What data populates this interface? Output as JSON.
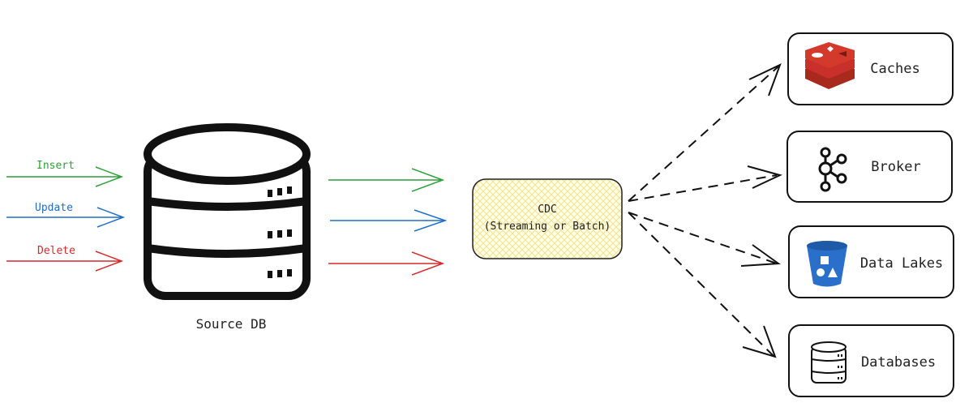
{
  "operations": [
    {
      "label": "Insert",
      "color": "#2e9e3a"
    },
    {
      "label": "Update",
      "color": "#1f6fc5"
    },
    {
      "label": "Delete",
      "color": "#d42a2a"
    }
  ],
  "source_db": {
    "label": "Source DB",
    "icon": "database-icon"
  },
  "cdc": {
    "line1": "CDC",
    "line2": "(Streaming or Batch)",
    "fill": "#fdfbe2",
    "hatch": "#f0e07a"
  },
  "targets": [
    {
      "label": "Caches",
      "icon": "redis-icon",
      "color": "#d33a2c"
    },
    {
      "label": "Broker",
      "icon": "kafka-icon",
      "color": "#111111"
    },
    {
      "label": "Data Lakes",
      "icon": "bucket-icon",
      "color": "#2a6fc9"
    },
    {
      "label": "Databases",
      "icon": "database-icon",
      "color": "#111111"
    }
  ]
}
